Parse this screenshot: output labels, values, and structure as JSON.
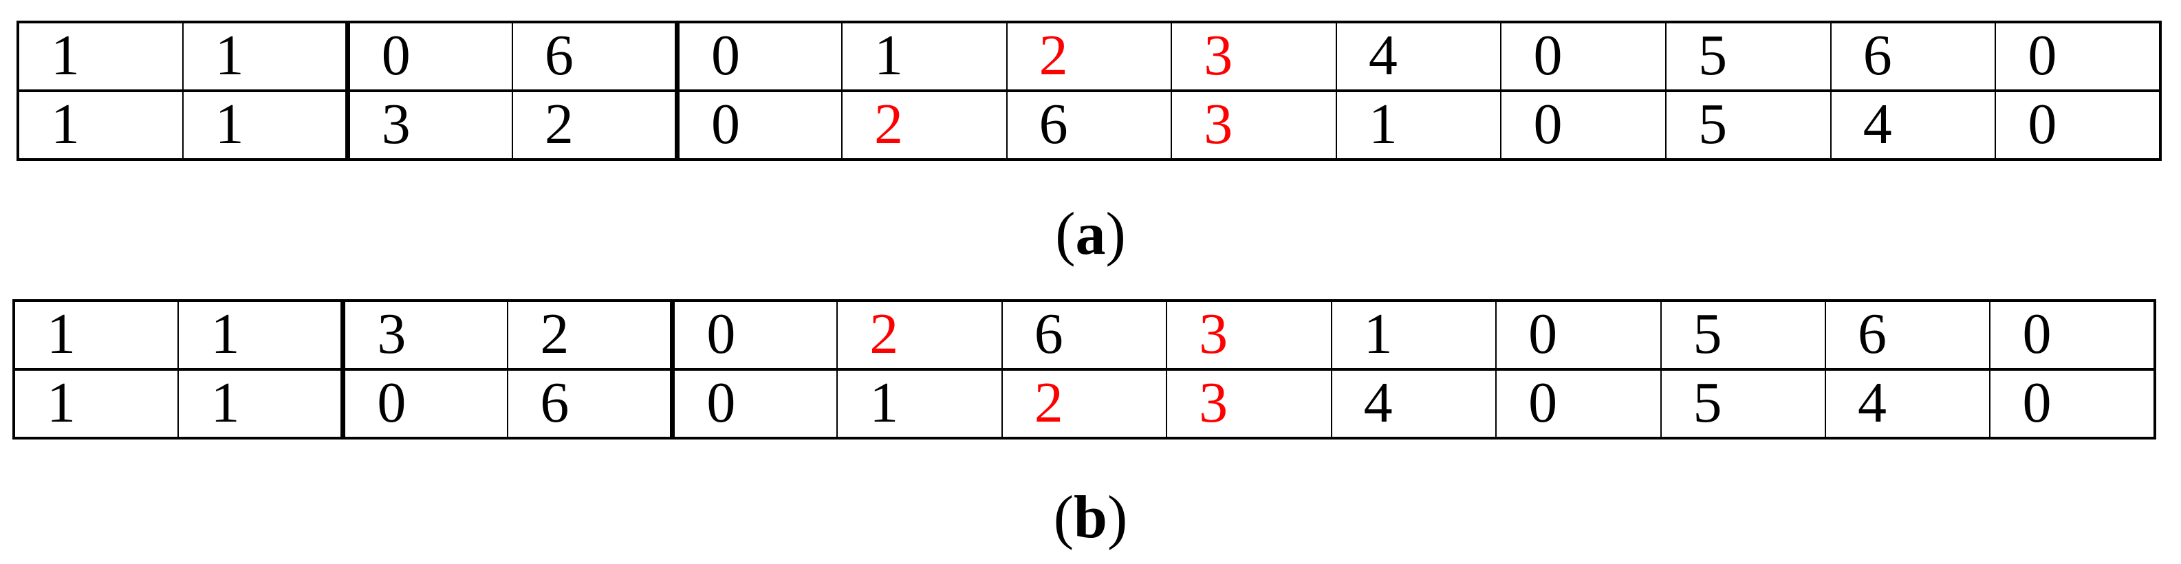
{
  "colors": {
    "background": "#ffffff",
    "ink": "#000000",
    "line": "#000000",
    "highlight_red": "#fe0000"
  },
  "figure": {
    "description_cells": "two chromosome tables illustrating crossover; red cells are exchanged/repaired genes",
    "columns": 13
  },
  "panels": [
    {
      "id": "a",
      "label": {
        "open": "(",
        "letter": "a",
        "close": ")"
      },
      "grid": {
        "columns": 13,
        "thick_after_columns": [
          2,
          4
        ],
        "rows": [
          [
            {
              "v": "1"
            },
            {
              "v": "1"
            },
            {
              "v": "0"
            },
            {
              "v": "6"
            },
            {
              "v": "0"
            },
            {
              "v": "1"
            },
            {
              "v": "2",
              "red": true
            },
            {
              "v": "3",
              "red": true
            },
            {
              "v": "4"
            },
            {
              "v": "0"
            },
            {
              "v": "5"
            },
            {
              "v": "6"
            },
            {
              "v": "0"
            }
          ],
          [
            {
              "v": "1"
            },
            {
              "v": "1"
            },
            {
              "v": "3"
            },
            {
              "v": "2"
            },
            {
              "v": "0"
            },
            {
              "v": "2",
              "red": true
            },
            {
              "v": "6"
            },
            {
              "v": "3",
              "red": true
            },
            {
              "v": "1"
            },
            {
              "v": "0"
            },
            {
              "v": "5"
            },
            {
              "v": "4"
            },
            {
              "v": "0"
            }
          ]
        ]
      }
    },
    {
      "id": "b",
      "label": {
        "open": "(",
        "letter": "b",
        "close": ")"
      },
      "grid": {
        "columns": 13,
        "thick_after_columns": [
          2,
          4
        ],
        "rows": [
          [
            {
              "v": "1"
            },
            {
              "v": "1"
            },
            {
              "v": "3"
            },
            {
              "v": "2"
            },
            {
              "v": "0"
            },
            {
              "v": "2",
              "red": true
            },
            {
              "v": "6"
            },
            {
              "v": "3",
              "red": true
            },
            {
              "v": "1"
            },
            {
              "v": "0"
            },
            {
              "v": "5"
            },
            {
              "v": "6"
            },
            {
              "v": "0"
            }
          ],
          [
            {
              "v": "1"
            },
            {
              "v": "1"
            },
            {
              "v": "0"
            },
            {
              "v": "6"
            },
            {
              "v": "0"
            },
            {
              "v": "1"
            },
            {
              "v": "2",
              "red": true
            },
            {
              "v": "3",
              "red": true
            },
            {
              "v": "4"
            },
            {
              "v": "0"
            },
            {
              "v": "5"
            },
            {
              "v": "4"
            },
            {
              "v": "0"
            }
          ]
        ]
      }
    }
  ]
}
